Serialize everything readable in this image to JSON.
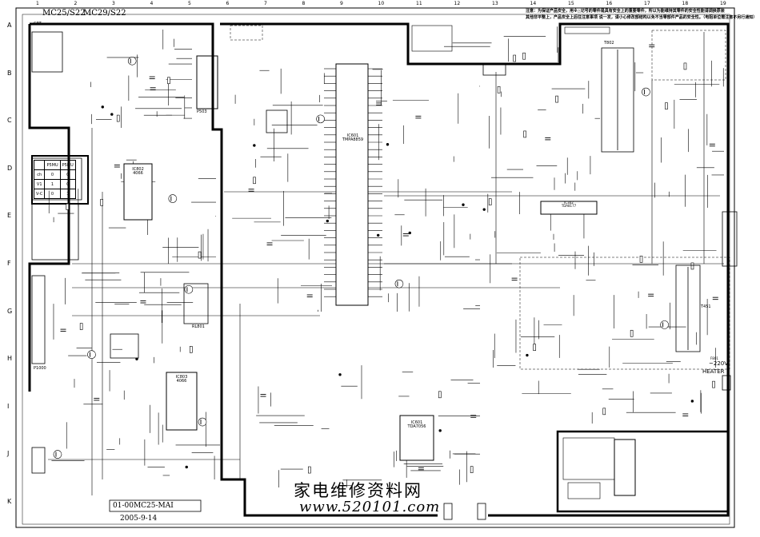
{
  "title": {
    "models": [
      "MC25/S22",
      "MC29/S22"
    ],
    "doc_id": "01-00MC25-MAI",
    "date": "2005-9-14"
  },
  "safety_note": [
    "注意：为保证产品安全，用※△记号的零件是具有安全上的重要零件，所以为能维持其零件的安全性能请调换原装",
    "其他非平整上，产品安全上后往注意事项 说一发，请小心修改部结构以免不当零部件产品的安全性。（电阻单位需注意不另行通知）"
  ],
  "watermark": {
    "chinese": "家电维修资料网",
    "url": "www.520101.com"
  },
  "grid_rows": [
    "A",
    "B",
    "C",
    "D",
    "E",
    "F",
    "G",
    "H",
    "I",
    "J",
    "K"
  ],
  "grid_cols": [
    "1",
    "2",
    "3",
    "4",
    "5",
    "6",
    "7",
    "8",
    "9",
    "10",
    "11",
    "12",
    "13",
    "14",
    "15",
    "16",
    "17",
    "18",
    "19"
  ],
  "components": {
    "main_ic": "IC601\nTMPA8859",
    "ic_d_switch": "IC802\n4066",
    "ic_i_switch": "IC803\n4066",
    "ic_audio": "IC601\nTDA7056",
    "ic_vert": "IC302\nTDA8177",
    "transformer_flyback": "T802",
    "transformer_power": "T451",
    "relay": "RL801",
    "crt": "CRT",
    "pin_bus": "P503",
    "line_input": "P1000",
    "heater": "HEATER",
    "mains": "~220V",
    "fuse": "F801"
  },
  "mode_table": {
    "headers": [
      "",
      "P5MU",
      "P5MU"
    ],
    "rows": [
      [
        "ch",
        "0",
        "0"
      ],
      [
        "V1",
        "1",
        "0"
      ],
      [
        "V-C",
        "0",
        "1"
      ]
    ]
  }
}
